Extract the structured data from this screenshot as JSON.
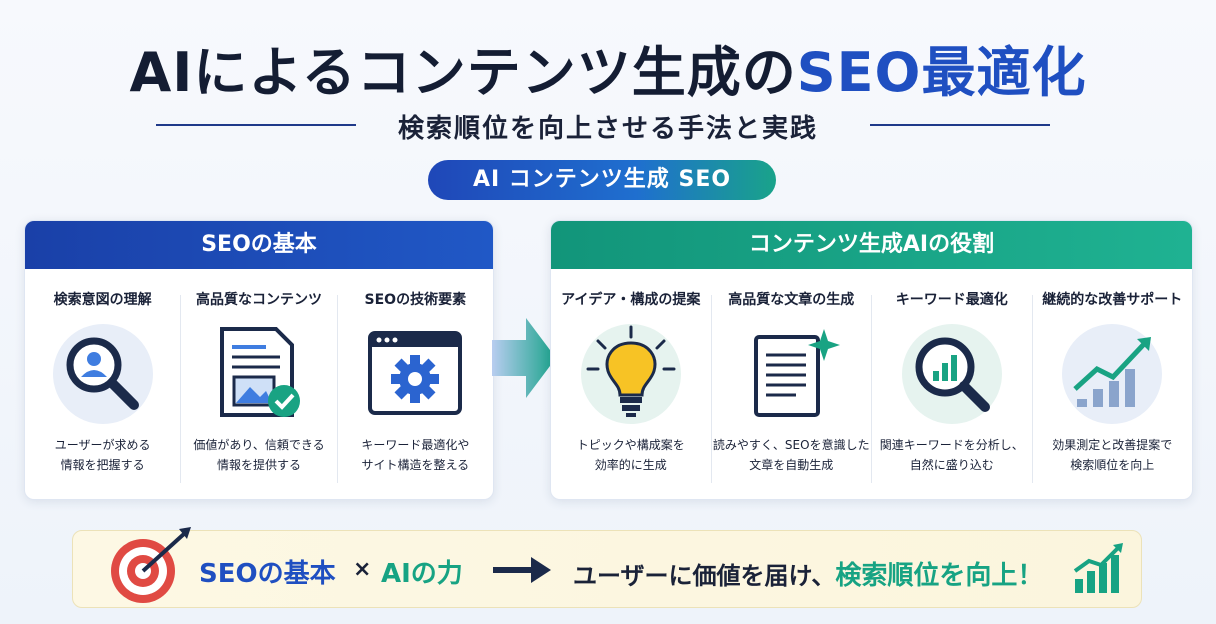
{
  "title": {
    "part1": "AIによるコンテンツ生成の",
    "part2": "SEO最適化"
  },
  "subtitle": "検索順位を向上させる手法と実践",
  "pill": "AI コンテンツ生成 SEO",
  "left_panel": {
    "header": "SEOの基本",
    "items": [
      {
        "title": "検索意図の理解",
        "desc": "ユーザーが求める\n情報を把握する",
        "icon": "magnifier-user-icon"
      },
      {
        "title": "高品質なコンテンツ",
        "desc": "価値があり、信頼できる\n情報を提供する",
        "icon": "document-check-icon"
      },
      {
        "title": "SEOの技術要素",
        "desc": "キーワード最適化や\nサイト構造を整える",
        "icon": "browser-gear-icon"
      }
    ]
  },
  "right_panel": {
    "header": "コンテンツ生成AIの役割",
    "items": [
      {
        "title": "アイデア・構成の提案",
        "desc": "トピックや構成案を\n効率的に生成",
        "icon": "lightbulb-icon"
      },
      {
        "title": "高品質な文章の生成",
        "desc": "読みやすく、SEOを意識した\n文章を自動生成",
        "icon": "document-sparkle-icon"
      },
      {
        "title": "キーワード最適化",
        "desc": "関連キーワードを分析し、\n自然に盛り込む",
        "icon": "magnifier-chart-icon"
      },
      {
        "title": "継続的な改善サポート",
        "desc": "効果測定と改善提案で\n検索順位を向上",
        "icon": "growth-chart-icon"
      }
    ]
  },
  "bottom": {
    "seo": "SEOの基本",
    "times": "×",
    "ai": "AIの力",
    "msg_part1": "ユーザーに価値を届け、",
    "msg_part2": "検索順位を向上！"
  },
  "colors": {
    "blue": "#1f4fc1",
    "green": "#17a383",
    "dark": "#141d33"
  }
}
